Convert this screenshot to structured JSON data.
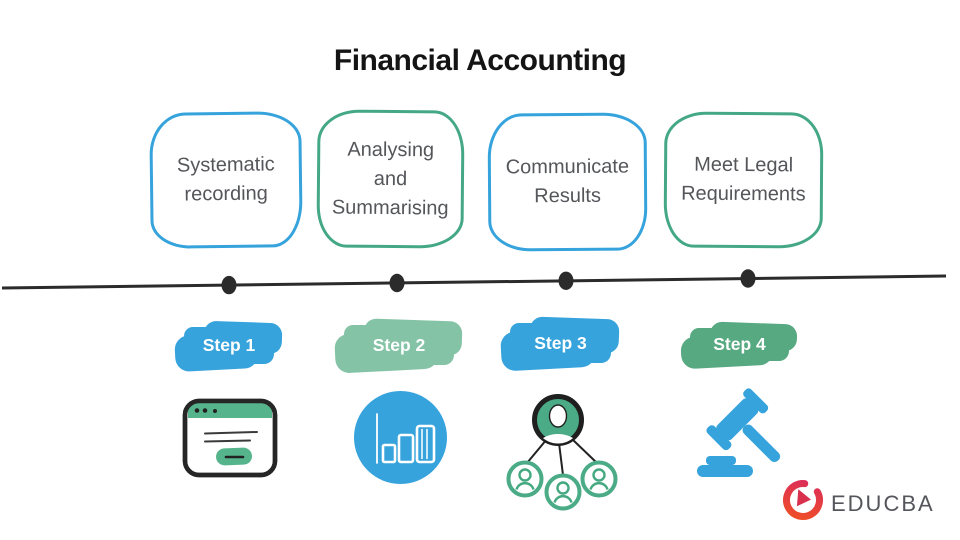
{
  "title": "Financial Accounting",
  "steps": [
    {
      "box_label": "Systematic recording",
      "step_label": "Step 1",
      "icon": "browser-window-icon",
      "accent": "#36a3dc"
    },
    {
      "box_label": "Analysing and Summarising",
      "step_label": "Step 2",
      "icon": "bar-chart-icon",
      "accent": "#85c3a6"
    },
    {
      "box_label": "Communicate Results",
      "step_label": "Step 3",
      "icon": "people-hierarchy-icon",
      "accent": "#36a3dc"
    },
    {
      "box_label": "Meet Legal Requirements",
      "step_label": "Step 4",
      "icon": "gavel-icon",
      "accent": "#57a981"
    }
  ],
  "colors": {
    "blue": "#36a3dc",
    "green_border": "#44a886",
    "green_light": "#85c3a6",
    "green_dark": "#57a981",
    "icon_green": "#4bab86",
    "box_text": "#54565a",
    "title_text": "#141414",
    "timeline": "#2b2b2b",
    "logo_gradient_start": "#f05123",
    "logo_gradient_end": "#da2a5e",
    "logo_text_color": "#54565b"
  },
  "logo": {
    "text": "EDUCBA"
  }
}
